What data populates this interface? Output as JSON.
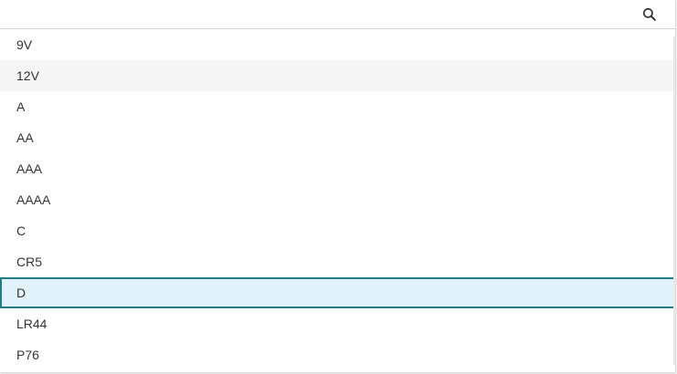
{
  "search": {
    "placeholder": "",
    "value": ""
  },
  "options": [
    {
      "label": "9V",
      "state": "normal"
    },
    {
      "label": "12V",
      "state": "hover"
    },
    {
      "label": "A",
      "state": "normal"
    },
    {
      "label": "AA",
      "state": "normal"
    },
    {
      "label": "AAA",
      "state": "normal"
    },
    {
      "label": "AAAA",
      "state": "normal"
    },
    {
      "label": "C",
      "state": "normal"
    },
    {
      "label": "CR5",
      "state": "normal"
    },
    {
      "label": "D",
      "state": "selected"
    },
    {
      "label": "LR44",
      "state": "normal"
    },
    {
      "label": "P76",
      "state": "normal"
    }
  ],
  "colors": {
    "selected_background": "#e1f3f8",
    "selected_border": "#217c83",
    "hover_background": "#f5f5f5",
    "text": "#333333"
  },
  "icons": {
    "search": "search-icon"
  }
}
